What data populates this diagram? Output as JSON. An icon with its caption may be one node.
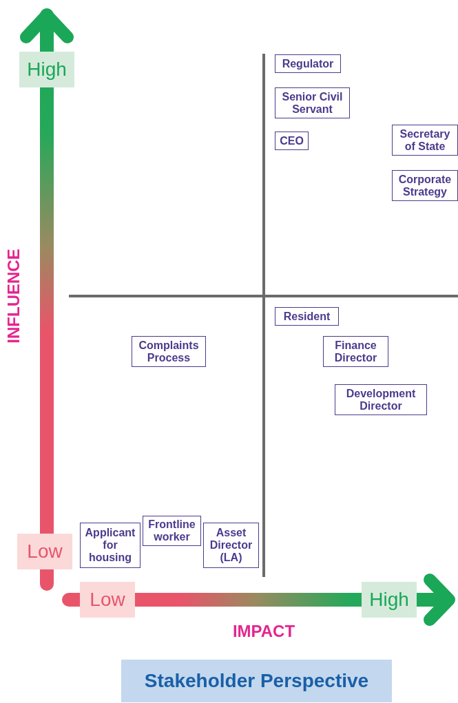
{
  "diagram": {
    "title": "Stakeholder Perspective",
    "nodes": [
      {
        "text": [
          "Regulator"
        ]
      },
      {
        "text": [
          "Senior Civil Servant"
        ]
      },
      {
        "text": [
          "CEO"
        ]
      },
      {
        "text": [
          "Secretary of State"
        ]
      },
      {
        "text": [
          "Corporate Strategy"
        ]
      },
      {
        "text": [
          "Resident"
        ]
      },
      {
        "text": [
          "Complaints Process"
        ]
      },
      {
        "text": [
          "Finance Director"
        ]
      },
      {
        "text": [
          "Development Director"
        ]
      },
      {
        "text": [
          "Applicant for housing"
        ]
      },
      {
        "text": [
          "Frontline worker"
        ]
      },
      {
        "text": [
          "Asset Director (LA)"
        ]
      }
    ],
    "edges": [],
    "labels": [
      "High",
      "INFLUENCE",
      "Low",
      "Low",
      "High",
      "IMPACT"
    ]
  }
}
